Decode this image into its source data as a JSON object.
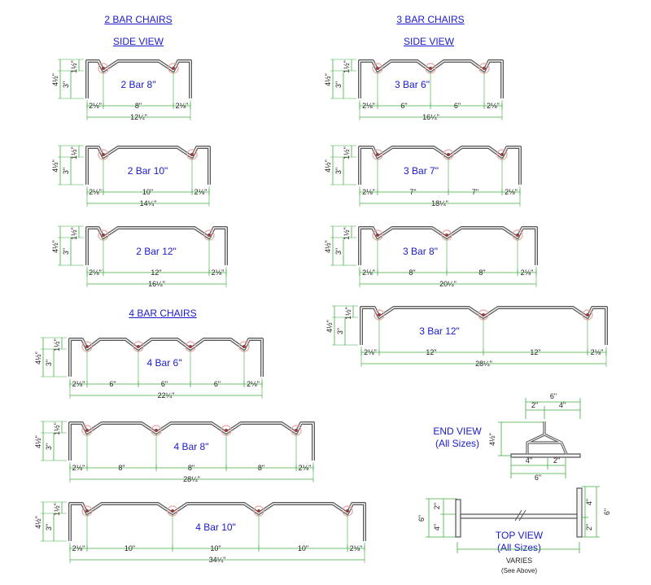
{
  "colors": {
    "wire": "#555555",
    "wire_inner": "#f4f4f4",
    "dim": "#3fae3f",
    "label": "#1a1acc",
    "seat": "#e8a3a3"
  },
  "headings": {
    "two_bar": "2 BAR CHAIRS",
    "three_bar": "3 BAR CHAIRS",
    "four_bar": "4 BAR CHAIRS",
    "side_view_left": "SIDE VIEW",
    "side_view_right": "SIDE VIEW"
  },
  "chairs": [
    {
      "label": "2 Bar 8\"",
      "height_labels": [
        "4½\"",
        "1½\"",
        "3\""
      ],
      "spacings": [
        "2⅛\"",
        "8\"",
        "2⅛\""
      ],
      "overall": "12¼\""
    },
    {
      "label": "2 Bar 10\"",
      "height_labels": [
        "4½\"",
        "1½\"",
        "3\""
      ],
      "spacings": [
        "2⅛\"",
        "10\"",
        "2⅛\""
      ],
      "overall": "14¼\""
    },
    {
      "label": "2 Bar 12\"",
      "height_labels": [
        "4½\"",
        "1½\"",
        "3\""
      ],
      "spacings": [
        "2⅛\"",
        "12\"",
        "2⅛\""
      ],
      "overall": "16¼\""
    },
    {
      "label": "3 Bar 6\"",
      "height_labels": [
        "4½\"",
        "1½\"",
        "3\""
      ],
      "spacings": [
        "2⅛\"",
        "6\"",
        "6\"",
        "2⅛\""
      ],
      "overall": "16¼\""
    },
    {
      "label": "3 Bar 7\"",
      "height_labels": [
        "4½\"",
        "1½\"",
        "3\""
      ],
      "spacings": [
        "2⅛\"",
        "7\"",
        "7\"",
        "2⅛\""
      ],
      "overall": "18¼\""
    },
    {
      "label": "3 Bar 8\"",
      "height_labels": [
        "4½\"",
        "1½\"",
        "3\""
      ],
      "spacings": [
        "2⅛\"",
        "8\"",
        "8\"",
        "2⅛\""
      ],
      "overall": "20¼\""
    },
    {
      "label": "3 Bar 12\"",
      "height_labels": [
        "4½\"",
        "1½\"",
        "3\""
      ],
      "spacings": [
        "2⅛\"",
        "12\"",
        "12\"",
        "2⅛\""
      ],
      "overall": "28¼\""
    },
    {
      "label": "4 Bar 6\"",
      "height_labels": [
        "4½\"",
        "1½\"",
        "3\""
      ],
      "spacings": [
        "2⅛\"",
        "6\"",
        "6\"",
        "6\"",
        "2⅛\""
      ],
      "overall": "22¼\""
    },
    {
      "label": "4 Bar 8\"",
      "height_labels": [
        "4½\"",
        "1½\"",
        "3\""
      ],
      "spacings": [
        "2⅛\"",
        "8\"",
        "8\"",
        "8\"",
        "2⅛\""
      ],
      "overall": "28¼\""
    },
    {
      "label": "4 Bar 10\"",
      "height_labels": [
        "4½\"",
        "1½\"",
        "3\""
      ],
      "spacings": [
        "2⅛\"",
        "10\"",
        "10\"",
        "10\"",
        "2⅛\""
      ],
      "overall": "34¼\""
    }
  ],
  "end_view": {
    "title": "END VIEW",
    "subtitle": "(All Sizes)",
    "top_overall": "6\"",
    "top_left": "2\"",
    "top_right": "4\"",
    "height": "4½\"",
    "bottom_left": "4\"",
    "bottom_right": "2\"",
    "bottom_overall": "6\""
  },
  "top_view": {
    "title": "TOP VIEW",
    "subtitle": "(All Sizes)",
    "left_overall": "6\"",
    "left_top": "2\"",
    "left_bottom": "4\"",
    "right_top": "4\"",
    "right_bottom": "2\"",
    "right_overall": "6\"",
    "length_label": "VARIES",
    "length_note": "(See Above)"
  }
}
